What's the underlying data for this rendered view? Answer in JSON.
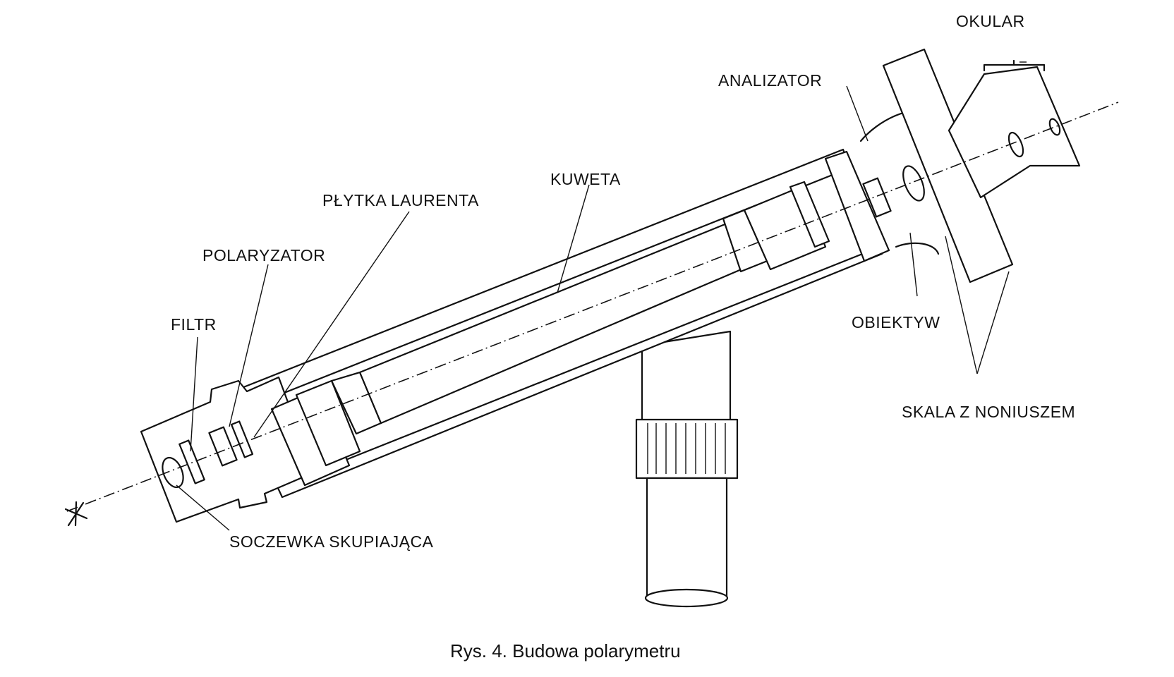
{
  "figure": {
    "labels": {
      "okular": "OKULAR",
      "analizator": "ANALIZATOR",
      "kuweta": "KUWETA",
      "plytka_laurenta": "PŁYTKA LAURENTA",
      "polaryzator": "POLARYZATOR",
      "filtr": "FILTR",
      "obiektyw": "OBIEKTYW",
      "skala_z_noniuszem": "SKALA Z NONIUSZEM",
      "soczewka_skupiajaca": "SOCZEWKA SKUPIAJĄCA"
    },
    "caption": "Rys. 4. Budowa polarymetru"
  }
}
